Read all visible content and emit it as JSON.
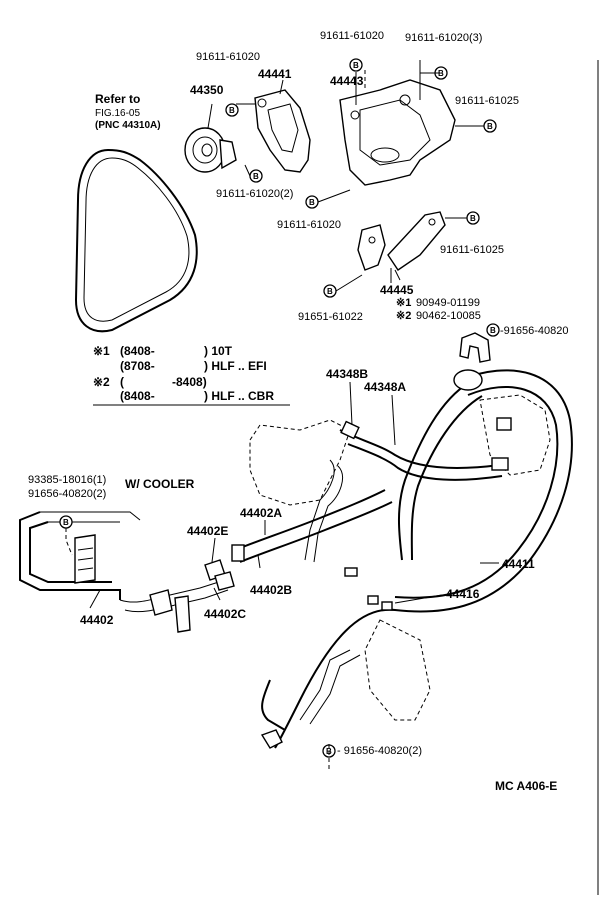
{
  "refer": {
    "title": "Refer to",
    "fig": "FIG.16-05",
    "pnc": "(PNC 44310A)"
  },
  "parts": {
    "p44350": "44350",
    "p44441": "44441",
    "p44443": "44443",
    "p44445": "44445",
    "p44348B": "44348B",
    "p44348A": "44348A",
    "p44402A": "44402A",
    "p44402E": "44402E",
    "p44402B": "44402B",
    "p44402C": "44402C",
    "p44402": "44402",
    "p44411": "44411",
    "p44416": "44416"
  },
  "bolts": {
    "b1": "91611-61020",
    "b2": "91611-61020",
    "b3": "91611-61020(3)",
    "b4": "91611-61025",
    "b5": "91611-61020(2)",
    "b6": "91611-61020",
    "b7": "91611-61025",
    "b8": "91651-61022",
    "b9": "90949-01199",
    "b10": "90462-10085",
    "b11": "-91656-40820",
    "b12": "93385-18016(1)",
    "b13": "91656-40820(2)",
    "b14": "- 91656-40820(2)"
  },
  "marks": {
    "star1": "※1",
    "star2": "※2",
    "b_symbol": "B"
  },
  "notes": {
    "n1_code": "※1",
    "n1_a": "(8408-",
    "n1_a_val": ") 10T",
    "n1_b": "(8708-",
    "n1_b_val": ") HLF .. EFI",
    "n2_code": "※2",
    "n2_a": "(",
    "n2_a_mid": "-8408)",
    "n2_b": "(8408-",
    "n2_b_val": ") HLF .. CBR"
  },
  "cooler": "W/ COOLER",
  "code": "MC  A406-E"
}
